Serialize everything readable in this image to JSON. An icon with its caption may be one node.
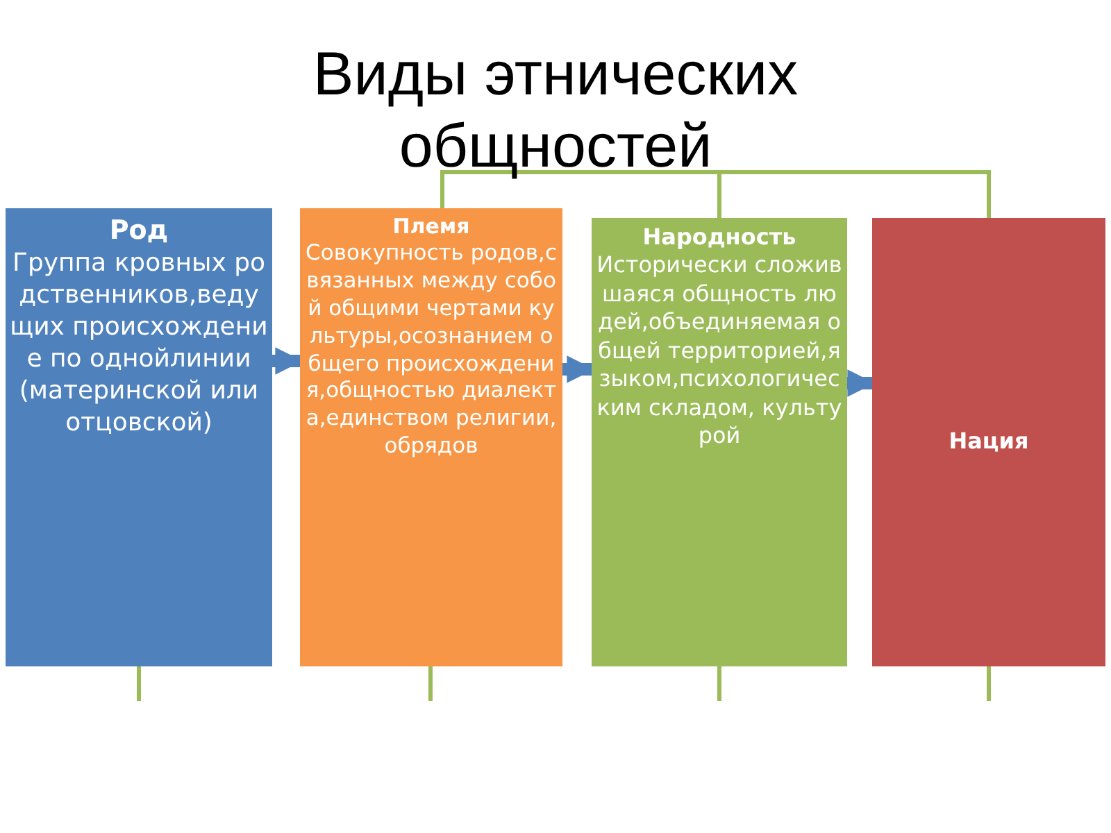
{
  "diagram": {
    "title": "Виды этнических общностей",
    "nodes": [
      {
        "text": [
          "Род",
          "Группа кровных родственников,ведущих происхождение по однойлинии (материнской или отцовской)"
        ]
      },
      {
        "text": [
          "Племя",
          "Совокупность родов,связанных между собой общими чертами культуры,осознанием общего происхождения,общностью диалекта,единством религии,обрядов"
        ]
      },
      {
        "text": [
          "Народность",
          "Исторически сложившаяся общность людей,объединяемая общей территорией,языком,психологическим складом, культурой"
        ]
      },
      {
        "text": [
          "Нация"
        ]
      }
    ],
    "edges": [
      {
        "from": 0,
        "to": 1,
        "arrow": "to"
      },
      {
        "from": 1,
        "to": 2,
        "arrow": "to"
      },
      {
        "from": 2,
        "to": 3,
        "arrow": "to"
      },
      {
        "from": 1,
        "to": 2,
        "arrow": "none",
        "color": "#9bbb59"
      },
      {
        "from": 1,
        "to": 3,
        "arrow": "none",
        "color": "#9bbb59"
      }
    ]
  }
}
